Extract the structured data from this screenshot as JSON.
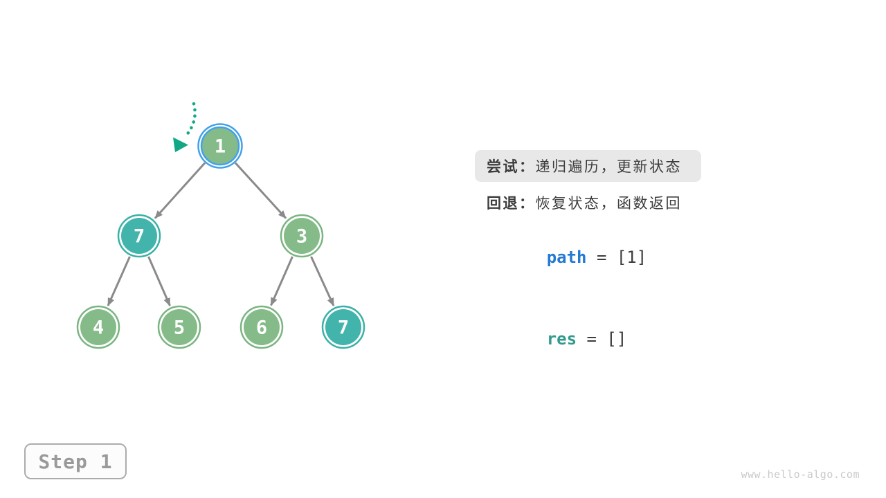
{
  "figure": {
    "step_label": "Step 1",
    "watermark": "www.hello-algo.com"
  },
  "panel": {
    "try_label": "尝试：",
    "try_text": "递归遍历，更新状态",
    "back_label": "回退：",
    "back_text": "恢复状态，函数返回",
    "path_var": "path",
    "path_rest": " = [1]",
    "res_var": "res",
    "res_rest": " = []"
  },
  "tree": {
    "nodes": [
      {
        "value": "1",
        "fill": "#85BB89",
        "ring": "#43A1E8",
        "highlighted": true
      },
      {
        "value": "7",
        "fill": "#43B4AB",
        "ring": "#3AB0A6",
        "highlighted": false
      },
      {
        "value": "3",
        "fill": "#85BB89",
        "ring": "#79B580",
        "highlighted": false
      },
      {
        "value": "4",
        "fill": "#85BB89",
        "ring": "#79B580",
        "highlighted": false
      },
      {
        "value": "5",
        "fill": "#85BB89",
        "ring": "#79B580",
        "highlighted": false
      },
      {
        "value": "6",
        "fill": "#85BB89",
        "ring": "#79B580",
        "highlighted": false
      },
      {
        "value": "7",
        "fill": "#43B4AB",
        "ring": "#3AB0A6",
        "highlighted": false
      }
    ],
    "edges": [
      {
        "from": "1",
        "to": "7"
      },
      {
        "from": "1",
        "to": "3"
      },
      {
        "from": "7",
        "to": "4"
      },
      {
        "from": "7",
        "to": "5"
      },
      {
        "from": "3",
        "to": "6"
      },
      {
        "from": "3",
        "to": "7"
      }
    ],
    "edge_color": "#8A8A8A",
    "pointer_color": "#12A886"
  },
  "colors": {
    "node_green": "#85BB89",
    "node_teal": "#43B4AB",
    "highlight_blue": "#43A1E8",
    "edge_gray": "#8A8A8A",
    "pointer_teal": "#12A886",
    "text_dark": "#3C3C3C",
    "code_blue": "#2479D2",
    "code_teal": "#319A8C",
    "label_bg_gray": "#E8E8E8",
    "step_text_gray": "#9A9A9A",
    "watermark_gray": "#C9C9C9"
  }
}
